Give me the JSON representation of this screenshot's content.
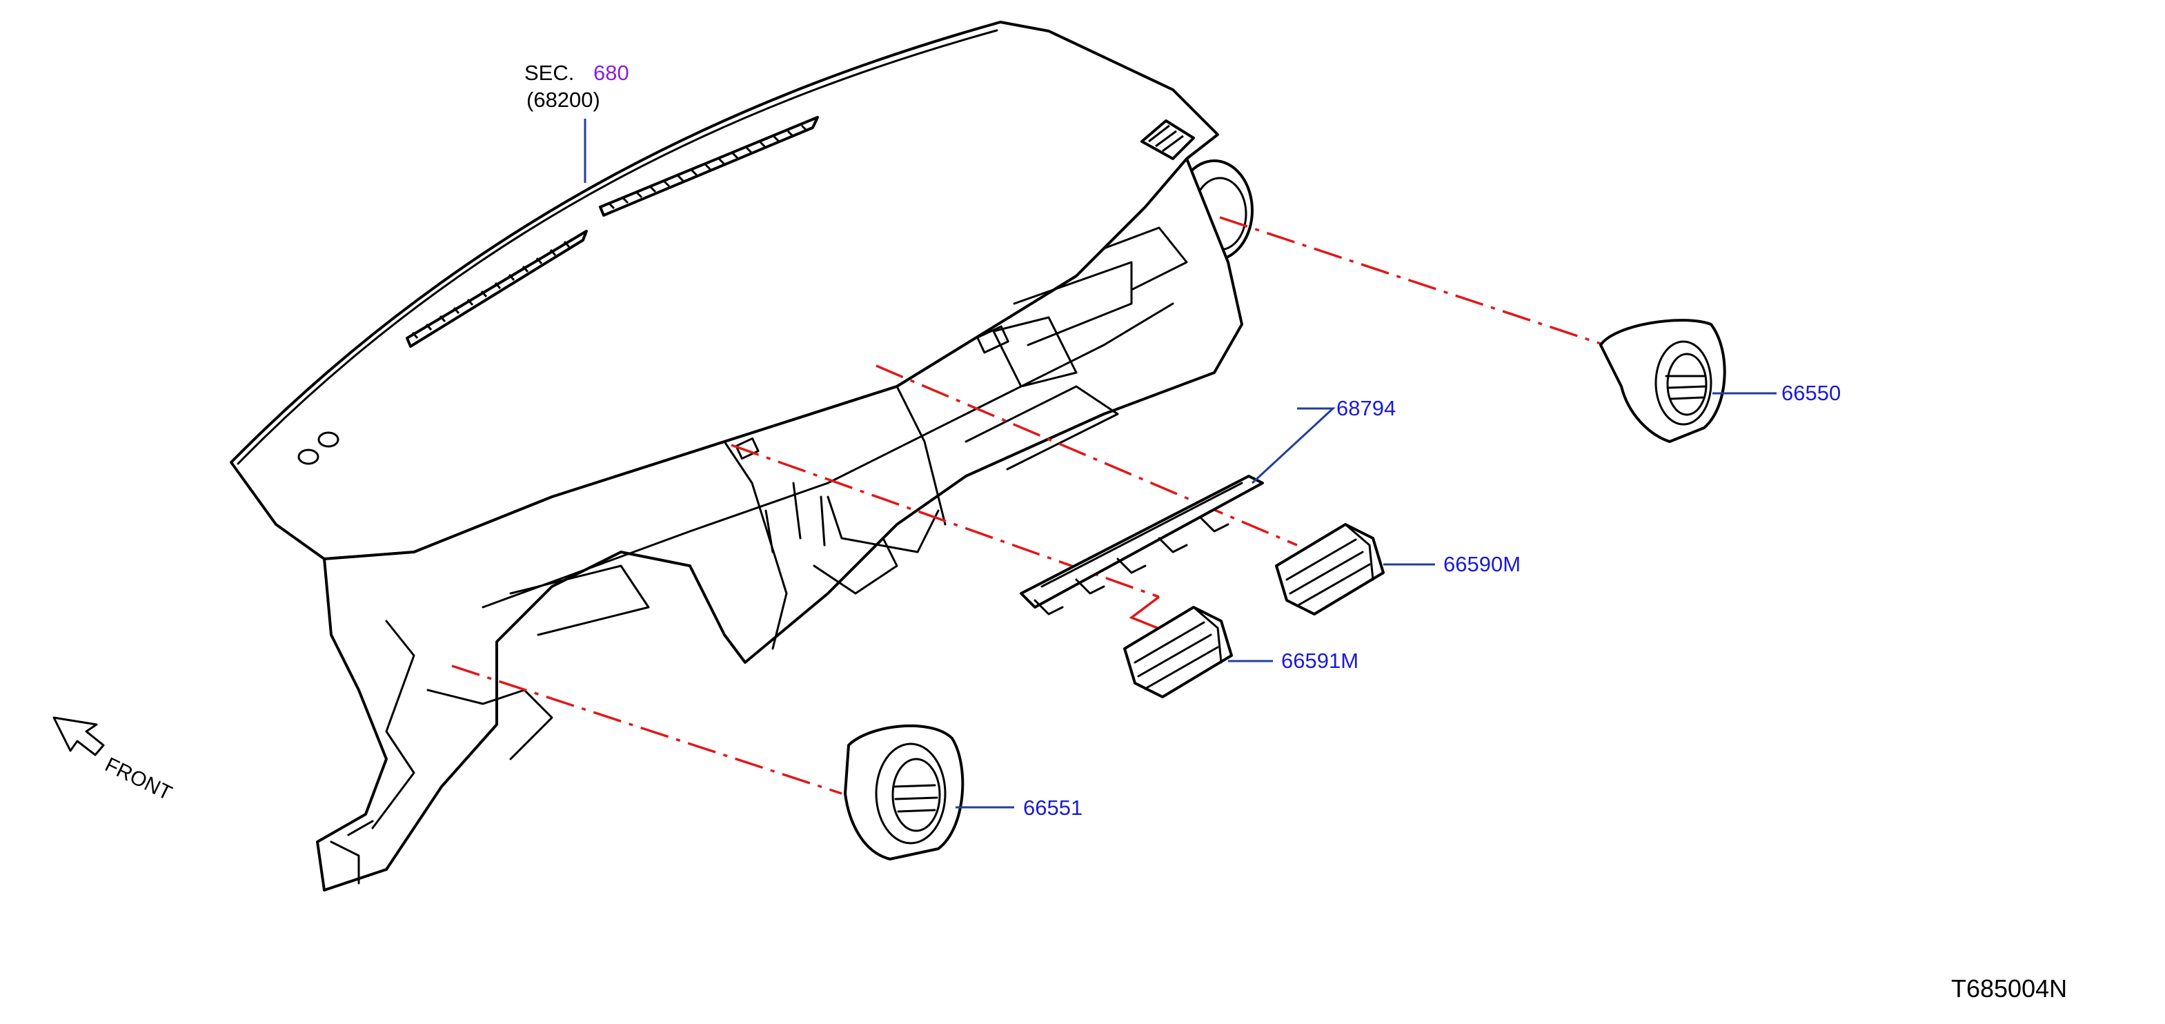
{
  "colors": {
    "callout": "#1a1ad4",
    "section_link": "#8a1fd6",
    "dash_line": "#e01818",
    "leader_line": "#1f3f9a",
    "line_art": "#000000"
  },
  "section_ref": {
    "prefix": "SEC.",
    "number": "680",
    "part": "(68200)"
  },
  "parts": {
    "p66550": "66550",
    "p68794": "68794",
    "p66590M": "66590M",
    "p66591M": "66591M",
    "p66551": "66551"
  },
  "front_label": "FRONT",
  "front_arrow_icon": "outline-arrow-up-left-icon",
  "diagram_code": "T685004N"
}
